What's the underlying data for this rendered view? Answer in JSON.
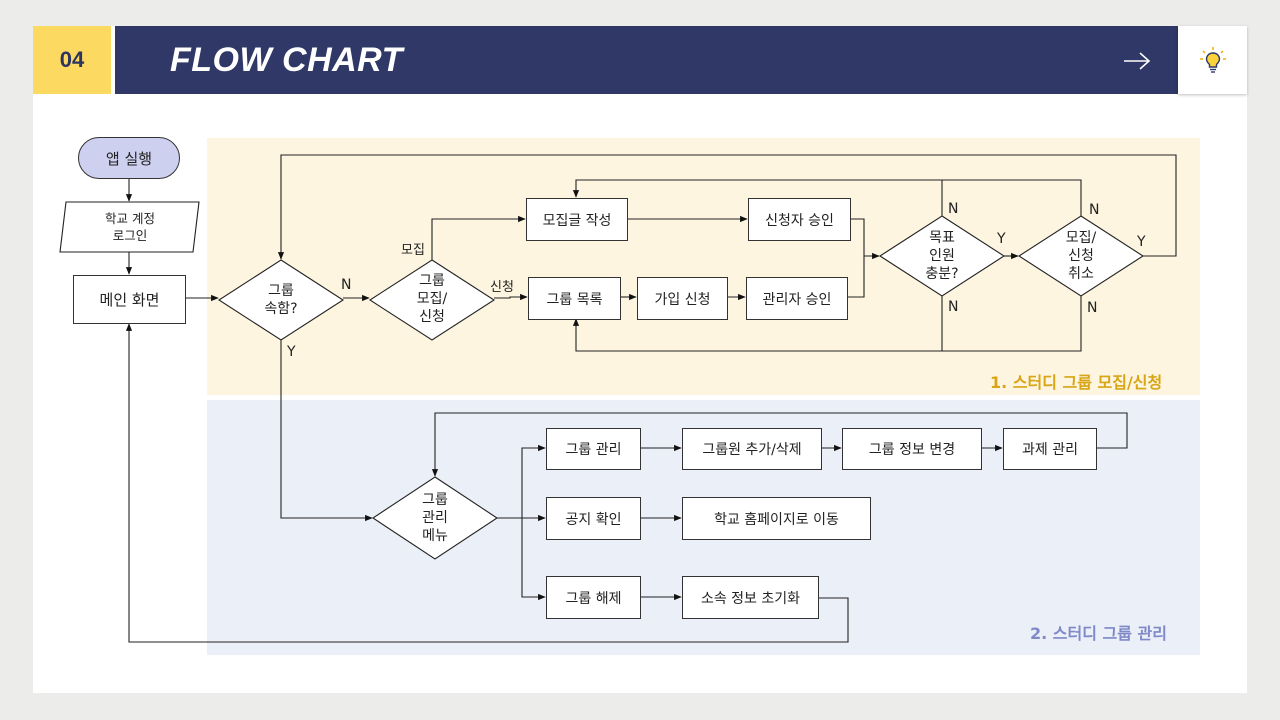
{
  "header": {
    "number": "04",
    "title": "FLOW CHART"
  },
  "zones": {
    "zone1_label": "1. 스터디 그룹 모집/신청",
    "zone2_label": "2. 스터디 그룹 관리"
  },
  "nodes": {
    "start": "앱 실행",
    "login": [
      "학교 계정",
      "로그인"
    ],
    "main": "메인 화면",
    "d_belong": [
      "그룹",
      "속함?"
    ],
    "d_recruit": [
      "그룹",
      "모집/",
      "신청"
    ],
    "write_post": "모집글 작성",
    "approve_applicant": "신청자 승인",
    "group_list": "그룹 목록",
    "join_apply": "가입 신청",
    "admin_approve": "관리자 승인",
    "d_enough": [
      "목표",
      "인원",
      "충분?"
    ],
    "d_cancel": [
      "모집/",
      "신청",
      "취소"
    ],
    "d_menu": [
      "그룹",
      "관리",
      "메뉴"
    ],
    "group_manage": "그룹 관리",
    "member_edit": "그룹원 추가/삭제",
    "group_info": "그룹 정보 변경",
    "task_manage": "과제 관리",
    "notice": "공지 확인",
    "homepage": "학교 홈페이지로 이동",
    "dissolve": "그룹 해제",
    "reset_info": "소속 정보 초기화"
  },
  "edge_labels": {
    "recruit": "모집",
    "apply": "신청",
    "belong_no": "N",
    "belong_yes": "Y",
    "enough_no_top": "N",
    "enough_yes": "Y",
    "enough_no_bottom": "N",
    "cancel_no_top": "N",
    "cancel_yes": "Y",
    "cancel_no_bottom": "N"
  },
  "colors": {
    "header_bg": "#2f3866",
    "number_bg": "#fcd960",
    "zone1_bg": "#fdf5e0",
    "zone2_bg": "#ebeff8",
    "zone1_label": "#d9a514",
    "zone2_label": "#7f89c8",
    "start_fill": "#cdd0ef"
  },
  "icons": {
    "header_arrow": "arrow-right-icon",
    "header_idea": "lightbulb-icon"
  }
}
